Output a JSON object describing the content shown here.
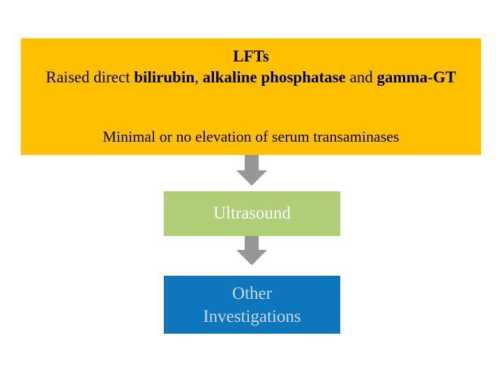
{
  "diagram": {
    "top_panel": {
      "title": "LFTs",
      "line2_pre": "Raised direct ",
      "line2_bold1": "bilirubin",
      "line2_mid": ", ",
      "line2_bold2": "alkaline phosphatase",
      "line2_cont": "and ",
      "line2_bold3": "gamma-GT",
      "line3": "Minimal or no elevation of serum transaminases",
      "background_color": "#FFC000",
      "text_color": "#000000"
    },
    "arrows": [
      {
        "name": "arrow-lfts-to-ultrasound",
        "color": "#969696"
      },
      {
        "name": "arrow-ultrasound-to-other",
        "color": "#969696"
      }
    ],
    "ultrasound_box": {
      "label": "Ultrasound",
      "background_color": "#AFCE76",
      "text_color": "#FFFFFF"
    },
    "other_box": {
      "label_line1": "Other",
      "label_line2": "Investigations",
      "background_color": "#0E76BC",
      "text_color": "#C6D9F0"
    }
  }
}
